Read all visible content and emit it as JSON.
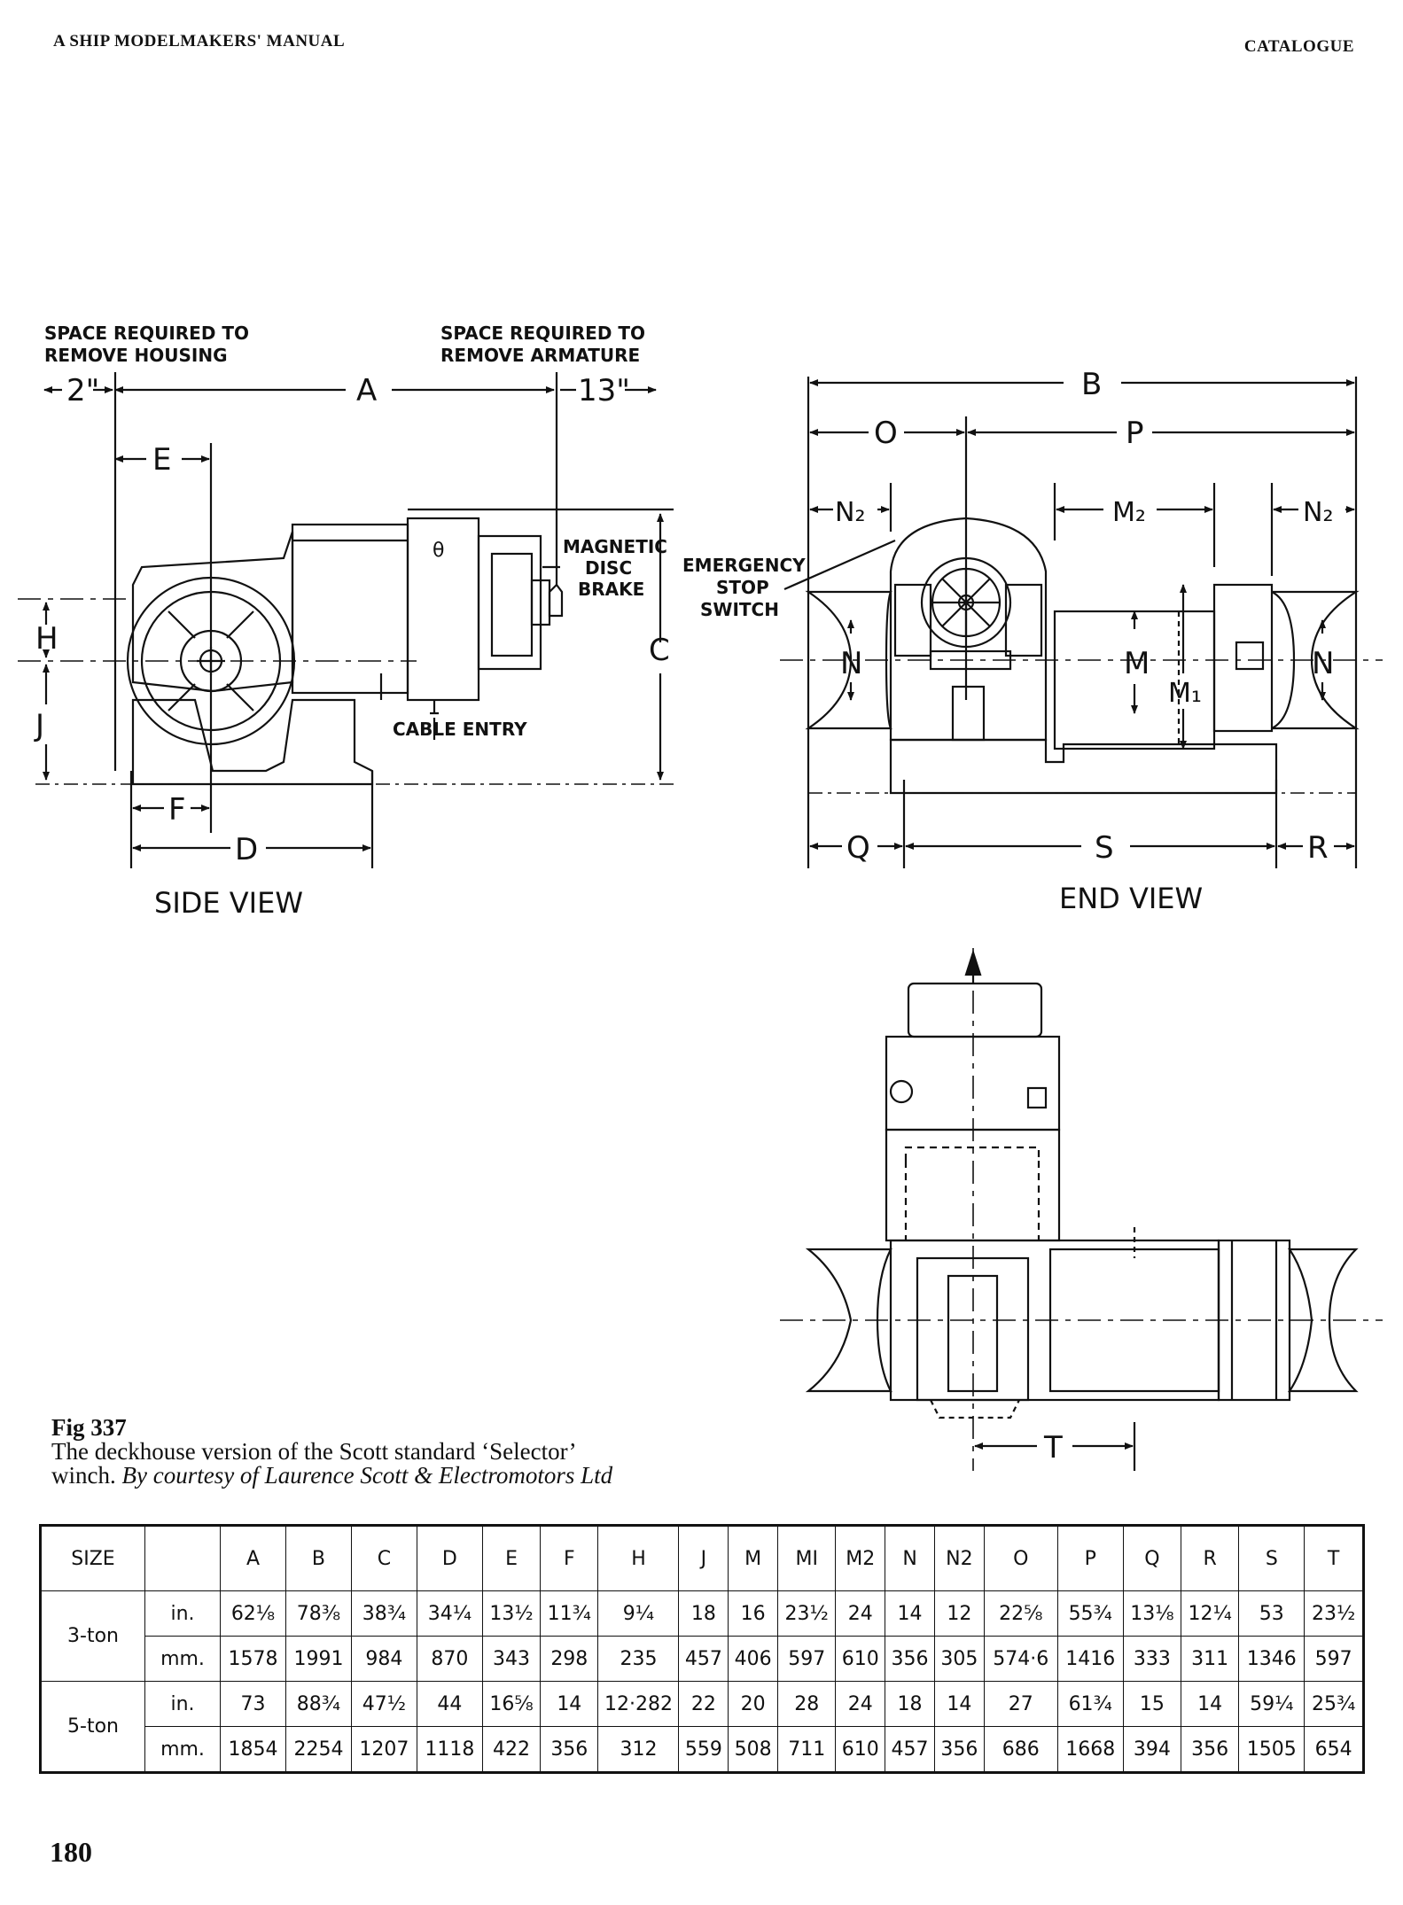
{
  "header": {
    "left": "A SHIP MODELMAKERS' MANUAL",
    "right": "CATALOGUE"
  },
  "side_view": {
    "note_housing": [
      "SPACE REQUIRED TO",
      "REMOVE HOUSING"
    ],
    "note_armature": [
      "SPACE REQUIRED TO",
      "REMOVE ARMATURE"
    ],
    "dim_housing": "2\"",
    "dim_armature": "13\"",
    "brake_label": [
      "MAGNETIC",
      "DISC",
      "BRAKE"
    ],
    "theta": "θ",
    "cable_entry": "CABLE ENTRY",
    "title": "SIDE VIEW",
    "dims": {
      "A": "A",
      "C": "C",
      "D": "D",
      "E": "E",
      "F": "F",
      "H": "H",
      "J": "J"
    }
  },
  "end_view": {
    "stop_switch": [
      "EMERGENCY",
      "STOP",
      "SWITCH"
    ],
    "title": "END VIEW",
    "dims": {
      "B": "B",
      "O": "O",
      "P": "P",
      "N2": "N₂",
      "M2": "M₂",
      "N": "N",
      "M": "M",
      "M1": "M₁",
      "Q": "Q",
      "S": "S",
      "R": "R"
    }
  },
  "plan_view": {
    "dims": {
      "T": "T"
    }
  },
  "caption": {
    "fig": "Fig 337",
    "line1": "The deckhouse version of the Scott standard ‘Selector’",
    "line2_start": "winch.",
    "credit": "By courtesy of Laurence Scott & Electromotors Ltd"
  },
  "table": {
    "size_header": "SIZE",
    "columns": [
      "A",
      "B",
      "C",
      "D",
      "E",
      "F",
      "H",
      "J",
      "M",
      "MI",
      "M2",
      "N",
      "N2",
      "O",
      "P",
      "Q",
      "R",
      "S",
      "T"
    ],
    "rows": [
      {
        "size": "3-ton",
        "unit": "in.",
        "values": [
          "62⅛",
          "78⅜",
          "38¾",
          "34¼",
          "13½",
          "11¾",
          "9¼",
          "18",
          "16",
          "23½",
          "24",
          "14",
          "12",
          "22⅝",
          "55¾",
          "13⅛",
          "12¼",
          "53",
          "23½"
        ]
      },
      {
        "size": "3-ton",
        "unit": "mm.",
        "values": [
          "1578",
          "1991",
          "984",
          "870",
          "343",
          "298",
          "235",
          "457",
          "406",
          "597",
          "610",
          "356",
          "305",
          "574·6",
          "1416",
          "333",
          "311",
          "1346",
          "597"
        ]
      },
      {
        "size": "5-ton",
        "unit": "in.",
        "values": [
          "73",
          "88¾",
          "47½",
          "44",
          "16⅝",
          "14",
          "12·282",
          "22",
          "20",
          "28",
          "24",
          "18",
          "14",
          "27",
          "61¾",
          "15",
          "14",
          "59¼",
          "25¾"
        ]
      },
      {
        "size": "5-ton",
        "unit": "mm.",
        "values": [
          "1854",
          "2254",
          "1207",
          "1118",
          "422",
          "356",
          "312",
          "559",
          "508",
          "711",
          "610",
          "457",
          "356",
          "686",
          "1668",
          "394",
          "356",
          "1505",
          "654"
        ]
      }
    ]
  },
  "page_number": "180"
}
